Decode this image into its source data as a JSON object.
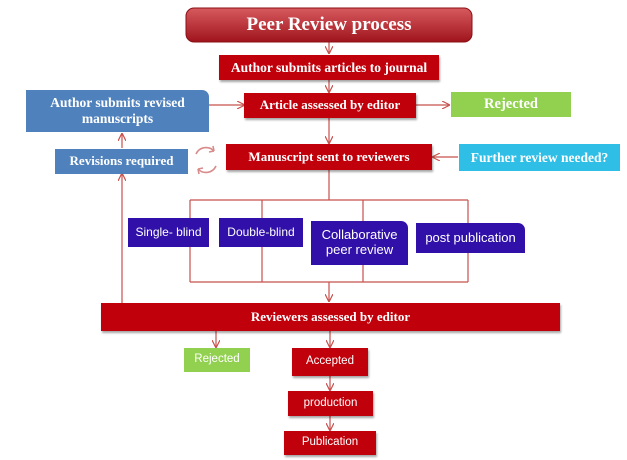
{
  "title": "Peer Review process",
  "nodes": {
    "author_submits": "Author submits articles to journal",
    "assessed_by_editor": "Article assessed by editor",
    "rejected_1": "Rejected",
    "author_revised": "Author submits revised manuscripts",
    "sent_to_reviewers": "Manuscript sent to reviewers",
    "revisions_required": "Revisions required",
    "further_review": "Further review needed?",
    "single_blind": "Single- blind",
    "double_blind": "Double-blind",
    "collaborative": "Collaborative peer review",
    "post_publication": "post publication",
    "reviewers_assessed": "Reviewers assessed by editor",
    "rejected_2": "Rejected",
    "accepted": "Accepted",
    "production": "production",
    "publication": "Publication"
  },
  "colors": {
    "primary_red": "#c0000b",
    "title_red": "#a0141c",
    "green": "#92d050",
    "blue": "#4f81bd",
    "cyan": "#2fbfe6",
    "purple": "#3010a8",
    "connector": "#c8504c"
  },
  "icons": [
    "cycle-arrows-icon"
  ]
}
